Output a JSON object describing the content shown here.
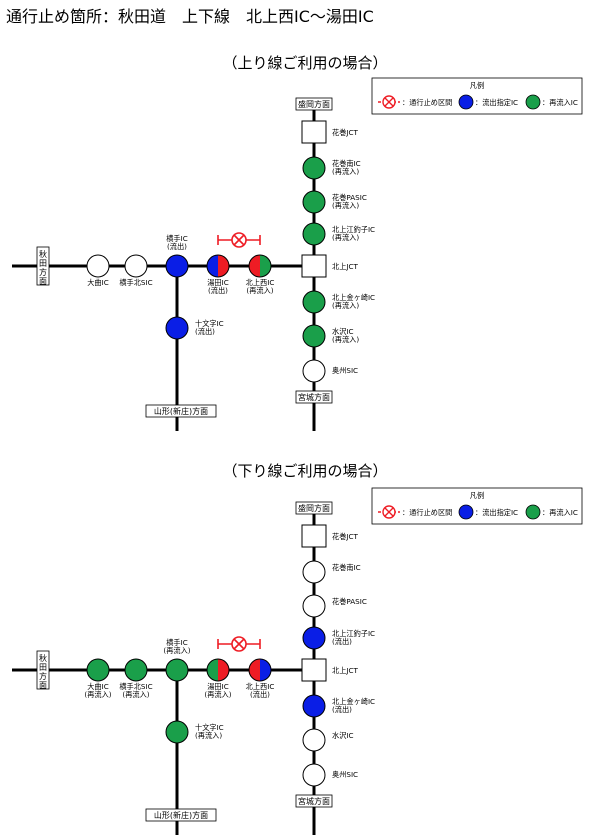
{
  "title": "通行止め箇所：秋田道　上下線　北上西IC～湯田IC",
  "colors": {
    "green": "#1a9f4a",
    "blue": "#0a1ee6",
    "red": "#ee1c24",
    "white": "#ffffff",
    "line": "#000000"
  },
  "sections": [
    {
      "heading": "（上り線ご利用の場合）",
      "legend": {
        "title": "凡例",
        "closure": "：通行止め区間",
        "outflow": "：流出指定IC",
        "reentry": "：再流入IC"
      },
      "directions": {
        "north": "盛岡方面",
        "south": "宮城方面",
        "west": "秋田方面",
        "southwest": "山形(新庄)方面"
      },
      "nodes": [
        {
          "id": "hanamaki_jct",
          "name": "花巻JCT",
          "sub": "",
          "kind": "jct"
        },
        {
          "id": "hanamaki_minami",
          "name": "花巻南IC",
          "sub": "(再流入)",
          "kind": "green"
        },
        {
          "id": "hanamaki_pa",
          "name": "花巻PASIC",
          "sub": "(再流入)",
          "kind": "green"
        },
        {
          "id": "kitakami_esashi",
          "name": "北上江釣子IC",
          "sub": "(再流入)",
          "kind": "green"
        },
        {
          "id": "kitakami_jct",
          "name": "北上JCT",
          "sub": "",
          "kind": "jct"
        },
        {
          "id": "kitakami_kanegasaki",
          "name": "北上金ヶ崎IC",
          "sub": "(再流入)",
          "kind": "green"
        },
        {
          "id": "mizusawa",
          "name": "水沢IC",
          "sub": "(再流入)",
          "kind": "green"
        },
        {
          "id": "oshu",
          "name": "奥州SIC",
          "sub": "",
          "kind": "white"
        },
        {
          "id": "omagari",
          "name": "大曲IC",
          "sub": "",
          "kind": "white"
        },
        {
          "id": "yokote_kita",
          "name": "横手北SIC",
          "sub": "",
          "kind": "white"
        },
        {
          "id": "yokote",
          "name": "横手IC",
          "sub": "(流出)",
          "kind": "blue"
        },
        {
          "id": "yuda",
          "name": "湯田IC",
          "sub": "(流出)",
          "kind": "blue-red"
        },
        {
          "id": "kitakami_nishi",
          "name": "北上西IC",
          "sub": "(再流入)",
          "kind": "red-green"
        },
        {
          "id": "jumonji",
          "name": "十文字IC",
          "sub": "(流出)",
          "kind": "blue"
        }
      ]
    },
    {
      "heading": "（下り線ご利用の場合）",
      "legend": {
        "title": "凡例",
        "closure": "：通行止め区間",
        "outflow": "：流出指定IC",
        "reentry": "：再流入IC"
      },
      "directions": {
        "north": "盛岡方面",
        "south": "宮城方面",
        "west": "秋田方面",
        "southwest": "山形(新庄)方面"
      },
      "nodes": [
        {
          "id": "hanamaki_jct",
          "name": "花巻JCT",
          "sub": "",
          "kind": "jct"
        },
        {
          "id": "hanamaki_minami",
          "name": "花巻南IC",
          "sub": "",
          "kind": "white"
        },
        {
          "id": "hanamaki_pa",
          "name": "花巻PASIC",
          "sub": "",
          "kind": "white"
        },
        {
          "id": "kitakami_esashi",
          "name": "北上江釣子IC",
          "sub": "(流出)",
          "kind": "blue"
        },
        {
          "id": "kitakami_jct",
          "name": "北上JCT",
          "sub": "",
          "kind": "jct"
        },
        {
          "id": "kitakami_kanegasaki",
          "name": "北上金ヶ崎IC",
          "sub": "(流出)",
          "kind": "blue"
        },
        {
          "id": "mizusawa",
          "name": "水沢IC",
          "sub": "",
          "kind": "white"
        },
        {
          "id": "oshu",
          "name": "奥州SIC",
          "sub": "",
          "kind": "white"
        },
        {
          "id": "omagari",
          "name": "大曲IC",
          "sub": "(再流入)",
          "kind": "green"
        },
        {
          "id": "yokote_kita",
          "name": "横手北SIC",
          "sub": "(再流入)",
          "kind": "green"
        },
        {
          "id": "yokote",
          "name": "横手IC",
          "sub": "(再流入)",
          "kind": "green"
        },
        {
          "id": "yuda",
          "name": "湯田IC",
          "sub": "(再流入)",
          "kind": "green-red"
        },
        {
          "id": "kitakami_nishi",
          "name": "北上西IC",
          "sub": "(流出)",
          "kind": "red-blue"
        },
        {
          "id": "jumonji",
          "name": "十文字IC",
          "sub": "(再流入)",
          "kind": "green"
        }
      ]
    }
  ]
}
